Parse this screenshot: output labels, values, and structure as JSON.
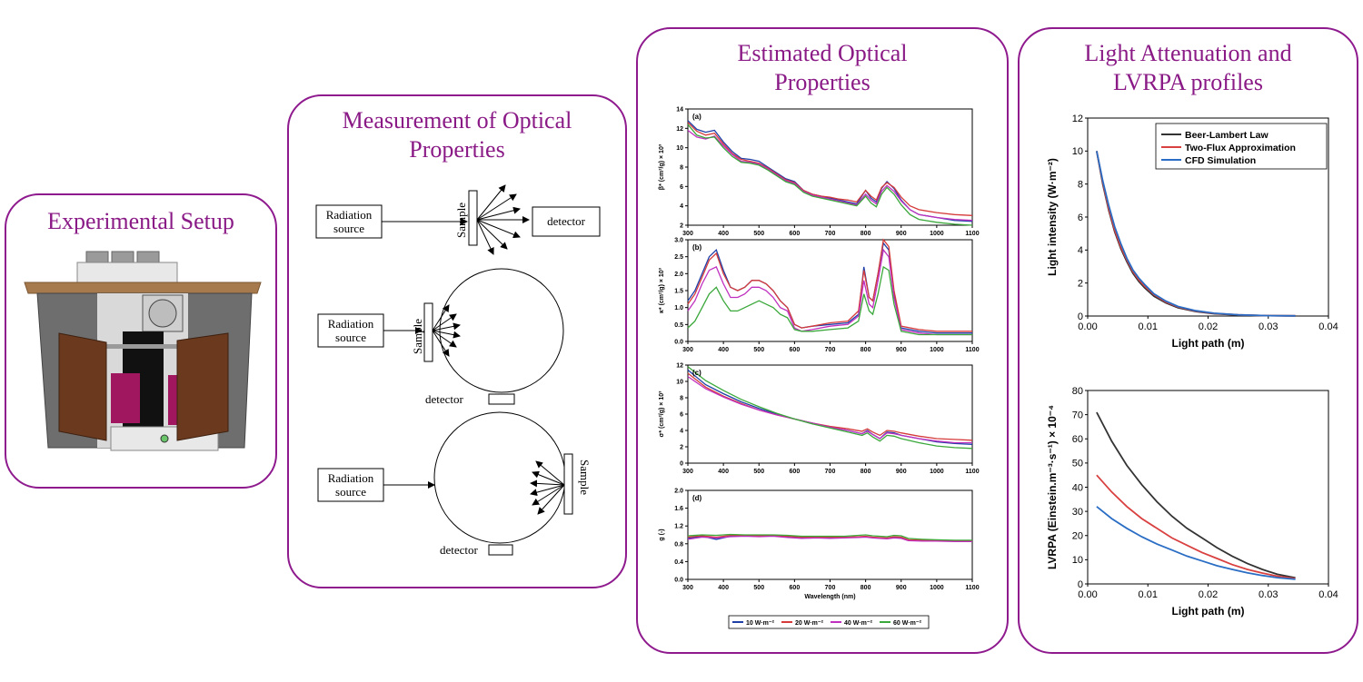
{
  "panels": {
    "setup": {
      "title": "Experimental Setup"
    },
    "measurement": {
      "title_line1": "Measurement of Optical",
      "title_line2": "Properties",
      "radiation_source_line1": "Radiation",
      "radiation_source_line2": "source",
      "sample": "Sample",
      "detector": "detector"
    },
    "estimated": {
      "title_line1": "Estimated Optical",
      "title_line2": "Properties"
    },
    "attenuation": {
      "title_line1": "Light Attenuation and",
      "title_line2": "LVRPA profiles"
    }
  },
  "colors": {
    "frame": "#8e1a8e",
    "title": "#8a1a86",
    "s10": "#1f3fa8",
    "s20": "#d63a3a",
    "s40": "#c030c0",
    "s60": "#3aa83a",
    "beer": "#333333",
    "twoflux": "#d94040",
    "cfd": "#2a6dc4"
  },
  "chart_data": [
    {
      "id": "a",
      "type": "line",
      "panel_label": "(a)",
      "ylabel": "β* (cm²/g) × 10³",
      "xlabel": "",
      "xlim": [
        300,
        1100
      ],
      "ylim": [
        2,
        14
      ],
      "xticks": [
        300,
        400,
        500,
        600,
        700,
        800,
        900,
        1000,
        1100
      ],
      "yticks": [
        2,
        4,
        6,
        8,
        10,
        12,
        14
      ],
      "x": [
        300,
        325,
        350,
        375,
        400,
        425,
        450,
        475,
        500,
        525,
        550,
        575,
        600,
        625,
        650,
        675,
        700,
        725,
        750,
        775,
        800,
        815,
        830,
        845,
        860,
        880,
        900,
        925,
        950,
        1000,
        1050,
        1100
      ],
      "series": [
        {
          "name": "10 W·m⁻²",
          "color": "s10",
          "values": [
            12.8,
            11.9,
            11.6,
            11.8,
            10.6,
            9.6,
            8.9,
            8.8,
            8.6,
            8.0,
            7.4,
            6.8,
            6.5,
            5.6,
            5.2,
            5.0,
            4.8,
            4.6,
            4.4,
            4.2,
            5.6,
            4.8,
            4.4,
            5.8,
            6.5,
            5.8,
            4.6,
            3.6,
            3.1,
            2.8,
            2.5,
            2.4
          ]
        },
        {
          "name": "20 W·m⁻²",
          "color": "s20",
          "values": [
            12.6,
            11.7,
            11.3,
            11.5,
            10.4,
            9.4,
            8.8,
            8.6,
            8.4,
            7.9,
            7.3,
            6.7,
            6.4,
            5.6,
            5.2,
            5.0,
            4.9,
            4.7,
            4.6,
            4.4,
            5.6,
            5.0,
            4.6,
            5.9,
            6.4,
            5.9,
            4.9,
            4.0,
            3.6,
            3.3,
            3.1,
            3.0
          ]
        },
        {
          "name": "40 W·m⁻²",
          "color": "s40",
          "values": [
            11.8,
            11.1,
            10.9,
            11.2,
            10.2,
            9.3,
            8.6,
            8.5,
            8.3,
            7.8,
            7.2,
            6.6,
            6.3,
            5.5,
            5.1,
            4.9,
            4.7,
            4.5,
            4.3,
            4.1,
            5.2,
            4.6,
            4.2,
            5.5,
            6.1,
            5.5,
            4.5,
            3.6,
            3.1,
            2.8,
            2.6,
            2.5
          ]
        },
        {
          "name": "60 W·m⁻²",
          "color": "s60",
          "values": [
            12.4,
            11.3,
            11.0,
            11.1,
            10.0,
            9.1,
            8.5,
            8.4,
            8.2,
            7.7,
            7.1,
            6.5,
            6.2,
            5.4,
            5.0,
            4.8,
            4.6,
            4.4,
            4.2,
            4.0,
            5.0,
            4.3,
            3.9,
            5.2,
            5.9,
            5.2,
            4.1,
            3.1,
            2.6,
            2.3,
            2.1,
            2.0
          ]
        }
      ]
    },
    {
      "id": "b",
      "type": "line",
      "panel_label": "(b)",
      "ylabel": "κ* (cm²/g) × 10³",
      "xlabel": "",
      "xlim": [
        300,
        1100
      ],
      "ylim": [
        0,
        3.0
      ],
      "xticks": [
        300,
        400,
        500,
        600,
        700,
        800,
        900,
        1000,
        1100
      ],
      "yticks": [
        0.0,
        0.5,
        1.0,
        1.5,
        2.0,
        2.5,
        3.0
      ],
      "x": [
        300,
        320,
        340,
        360,
        380,
        400,
        420,
        440,
        460,
        480,
        500,
        520,
        540,
        560,
        580,
        600,
        620,
        650,
        700,
        750,
        780,
        795,
        810,
        820,
        835,
        850,
        865,
        880,
        900,
        950,
        1000,
        1050,
        1100
      ],
      "series": [
        {
          "name": "10 W·m⁻²",
          "color": "s10",
          "values": [
            1.2,
            1.5,
            2.0,
            2.5,
            2.7,
            2.1,
            1.6,
            1.5,
            1.6,
            1.8,
            1.8,
            1.7,
            1.5,
            1.2,
            1.0,
            0.5,
            0.4,
            0.45,
            0.5,
            0.55,
            0.8,
            2.2,
            1.3,
            1.2,
            2.0,
            2.9,
            2.7,
            1.4,
            0.4,
            0.3,
            0.25,
            0.25,
            0.25
          ]
        },
        {
          "name": "20 W·m⁻²",
          "color": "s20",
          "values": [
            1.1,
            1.4,
            1.9,
            2.4,
            2.6,
            2.0,
            1.6,
            1.5,
            1.6,
            1.8,
            1.8,
            1.7,
            1.5,
            1.2,
            1.0,
            0.5,
            0.4,
            0.45,
            0.55,
            0.6,
            0.9,
            2.1,
            1.3,
            1.2,
            2.0,
            3.0,
            2.8,
            1.5,
            0.45,
            0.35,
            0.3,
            0.3,
            0.3
          ]
        },
        {
          "name": "40 W·m⁻²",
          "color": "s40",
          "values": [
            0.9,
            1.2,
            1.7,
            2.1,
            2.2,
            1.7,
            1.3,
            1.3,
            1.4,
            1.6,
            1.6,
            1.5,
            1.3,
            1.0,
            0.9,
            0.4,
            0.3,
            0.35,
            0.45,
            0.5,
            0.75,
            1.8,
            1.1,
            1.0,
            1.8,
            2.7,
            2.5,
            1.3,
            0.35,
            0.25,
            0.2,
            0.2,
            0.2
          ]
        },
        {
          "name": "60 W·m⁻²",
          "color": "s60",
          "values": [
            0.4,
            0.6,
            1.0,
            1.4,
            1.6,
            1.2,
            0.9,
            0.9,
            1.0,
            1.1,
            1.2,
            1.1,
            1.0,
            0.8,
            0.7,
            0.35,
            0.3,
            0.3,
            0.35,
            0.4,
            0.6,
            1.4,
            0.9,
            0.8,
            1.4,
            2.2,
            2.1,
            1.1,
            0.3,
            0.2,
            0.2,
            0.2,
            0.2
          ]
        }
      ]
    },
    {
      "id": "c",
      "type": "line",
      "panel_label": "(c)",
      "ylabel": "σ* (cm²/g) × 10³",
      "xlabel": "",
      "xlim": [
        300,
        1100
      ],
      "ylim": [
        0,
        12
      ],
      "xticks": [
        300,
        400,
        500,
        600,
        700,
        800,
        900,
        1000,
        1100
      ],
      "yticks": [
        0,
        2,
        4,
        6,
        8,
        10,
        12
      ],
      "x": [
        300,
        350,
        400,
        450,
        500,
        550,
        600,
        650,
        700,
        750,
        790,
        805,
        820,
        840,
        860,
        880,
        900,
        950,
        1000,
        1050,
        1100
      ],
      "series": [
        {
          "name": "10 W·m⁻²",
          "color": "s10",
          "values": [
            11.4,
            9.6,
            8.5,
            7.5,
            6.7,
            6.0,
            5.4,
            4.9,
            4.4,
            4.0,
            3.6,
            4.0,
            3.5,
            3.0,
            3.8,
            3.7,
            3.4,
            3.0,
            2.6,
            2.4,
            2.3
          ]
        },
        {
          "name": "20 W·m⁻²",
          "color": "s20",
          "values": [
            11.0,
            9.3,
            8.2,
            7.3,
            6.5,
            5.9,
            5.4,
            4.9,
            4.5,
            4.2,
            3.9,
            4.2,
            3.8,
            3.4,
            4.0,
            3.9,
            3.7,
            3.3,
            3.0,
            2.9,
            2.8
          ]
        },
        {
          "name": "40 W·m⁻²",
          "color": "s40",
          "values": [
            10.6,
            9.1,
            8.1,
            7.2,
            6.5,
            5.9,
            5.4,
            4.9,
            4.4,
            4.0,
            3.6,
            3.9,
            3.5,
            3.0,
            3.7,
            3.6,
            3.4,
            3.0,
            2.7,
            2.5,
            2.5
          ]
        },
        {
          "name": "60 W·m⁻²",
          "color": "s60",
          "values": [
            11.8,
            10.1,
            8.9,
            7.8,
            6.9,
            6.1,
            5.4,
            4.8,
            4.3,
            3.8,
            3.4,
            3.7,
            3.2,
            2.7,
            3.4,
            3.3,
            3.0,
            2.5,
            2.1,
            1.9,
            1.8
          ]
        }
      ]
    },
    {
      "id": "d",
      "type": "line",
      "panel_label": "(d)",
      "ylabel": "g (-)",
      "xlabel": "Wavelength (nm)",
      "xlim": [
        300,
        1100
      ],
      "ylim": [
        0,
        2.0
      ],
      "xticks": [
        300,
        400,
        500,
        600,
        700,
        800,
        900,
        1000,
        1100
      ],
      "yticks": [
        0.0,
        0.4,
        0.8,
        1.2,
        1.6,
        2.0
      ],
      "x": [
        300,
        340,
        380,
        420,
        460,
        500,
        540,
        580,
        620,
        660,
        700,
        740,
        780,
        800,
        820,
        860,
        880,
        900,
        920,
        960,
        1000,
        1050,
        1100
      ],
      "series": [
        {
          "name": "10 W·m⁻²",
          "color": "s10",
          "values": [
            0.92,
            0.97,
            0.9,
            0.97,
            0.98,
            0.97,
            0.98,
            0.95,
            0.93,
            0.94,
            0.93,
            0.94,
            0.95,
            0.96,
            0.94,
            0.92,
            0.94,
            0.93,
            0.88,
            0.87,
            0.87,
            0.86,
            0.86
          ]
        },
        {
          "name": "20 W·m⁻²",
          "color": "s20",
          "values": [
            0.95,
            0.98,
            0.95,
            0.99,
            0.99,
            0.98,
            0.99,
            0.97,
            0.95,
            0.95,
            0.95,
            0.95,
            0.96,
            0.97,
            0.95,
            0.93,
            0.96,
            0.95,
            0.89,
            0.88,
            0.88,
            0.87,
            0.87
          ]
        },
        {
          "name": "40 W·m⁻²",
          "color": "s40",
          "values": [
            0.9,
            0.95,
            0.93,
            0.96,
            0.97,
            0.96,
            0.97,
            0.94,
            0.92,
            0.93,
            0.92,
            0.93,
            0.94,
            0.95,
            0.93,
            0.91,
            0.93,
            0.92,
            0.87,
            0.86,
            0.86,
            0.85,
            0.85
          ]
        },
        {
          "name": "60 W·m⁻²",
          "color": "s60",
          "values": [
            0.98,
            1.0,
            0.99,
            1.01,
            1.0,
            1.0,
            1.0,
            0.99,
            0.97,
            0.97,
            0.97,
            0.97,
            0.99,
            1.0,
            0.98,
            0.96,
            0.99,
            0.98,
            0.92,
            0.9,
            0.89,
            0.88,
            0.88
          ]
        }
      ]
    },
    {
      "id": "intensity",
      "type": "line",
      "xlabel": "Light path (m)",
      "ylabel": "Light intensity (W·m⁻²)",
      "xlim": [
        0.0,
        0.04
      ],
      "ylim": [
        0,
        12
      ],
      "xticks": [
        0.0,
        0.01,
        0.02,
        0.03,
        0.04
      ],
      "yticks": [
        0,
        2,
        4,
        6,
        8,
        10,
        12
      ],
      "legend_position": "top-right",
      "x": [
        0.0015,
        0.0025,
        0.0035,
        0.0045,
        0.0055,
        0.0065,
        0.0075,
        0.0085,
        0.0095,
        0.011,
        0.013,
        0.015,
        0.018,
        0.021,
        0.025,
        0.03,
        0.0345
      ],
      "series": [
        {
          "name": "Beer-Lambert Law",
          "color": "beer",
          "values": [
            10.0,
            8.0,
            6.4,
            5.1,
            4.1,
            3.3,
            2.6,
            2.1,
            1.7,
            1.2,
            0.8,
            0.5,
            0.27,
            0.14,
            0.06,
            0.02,
            0.01
          ]
        },
        {
          "name": "Two-Flux Approximation",
          "color": "twoflux",
          "values": [
            10.0,
            8.1,
            6.5,
            5.2,
            4.2,
            3.4,
            2.7,
            2.2,
            1.8,
            1.3,
            0.85,
            0.55,
            0.3,
            0.16,
            0.07,
            0.02,
            0.01
          ]
        },
        {
          "name": "CFD Simulation",
          "color": "cfd",
          "values": [
            10.0,
            8.2,
            6.7,
            5.4,
            4.4,
            3.5,
            2.8,
            2.3,
            1.9,
            1.35,
            0.9,
            0.58,
            0.32,
            0.17,
            0.07,
            0.02,
            0.01
          ]
        }
      ]
    },
    {
      "id": "lvrpa",
      "type": "line",
      "xlabel": "Light path (m)",
      "ylabel": "LVRPA (Einstein.m⁻³·s⁻¹) × 10⁻⁴",
      "xlim": [
        0.0,
        0.04
      ],
      "ylim": [
        0,
        80
      ],
      "xticks": [
        0.0,
        0.01,
        0.02,
        0.03,
        0.04
      ],
      "yticks": [
        0,
        10,
        20,
        30,
        40,
        50,
        60,
        70,
        80
      ],
      "x": [
        0.0015,
        0.004,
        0.0065,
        0.009,
        0.0115,
        0.014,
        0.0165,
        0.019,
        0.0215,
        0.024,
        0.0265,
        0.029,
        0.0315,
        0.0345
      ],
      "series": [
        {
          "name": "Beer-Lambert Law",
          "color": "beer",
          "values": [
            71,
            59,
            49,
            41,
            34,
            28,
            23,
            19,
            15,
            11.5,
            8.5,
            6,
            4,
            2.5
          ]
        },
        {
          "name": "Two-Flux Approximation",
          "color": "twoflux",
          "values": [
            45,
            38,
            32,
            27,
            23,
            19,
            16,
            13,
            10.5,
            8,
            6,
            4.5,
            3.2,
            2.2
          ]
        },
        {
          "name": "CFD Simulation",
          "color": "cfd",
          "values": [
            32,
            27,
            23,
            19.5,
            16.5,
            14,
            11.5,
            9.5,
            7.5,
            6,
            4.6,
            3.5,
            2.6,
            1.9
          ]
        }
      ]
    }
  ]
}
